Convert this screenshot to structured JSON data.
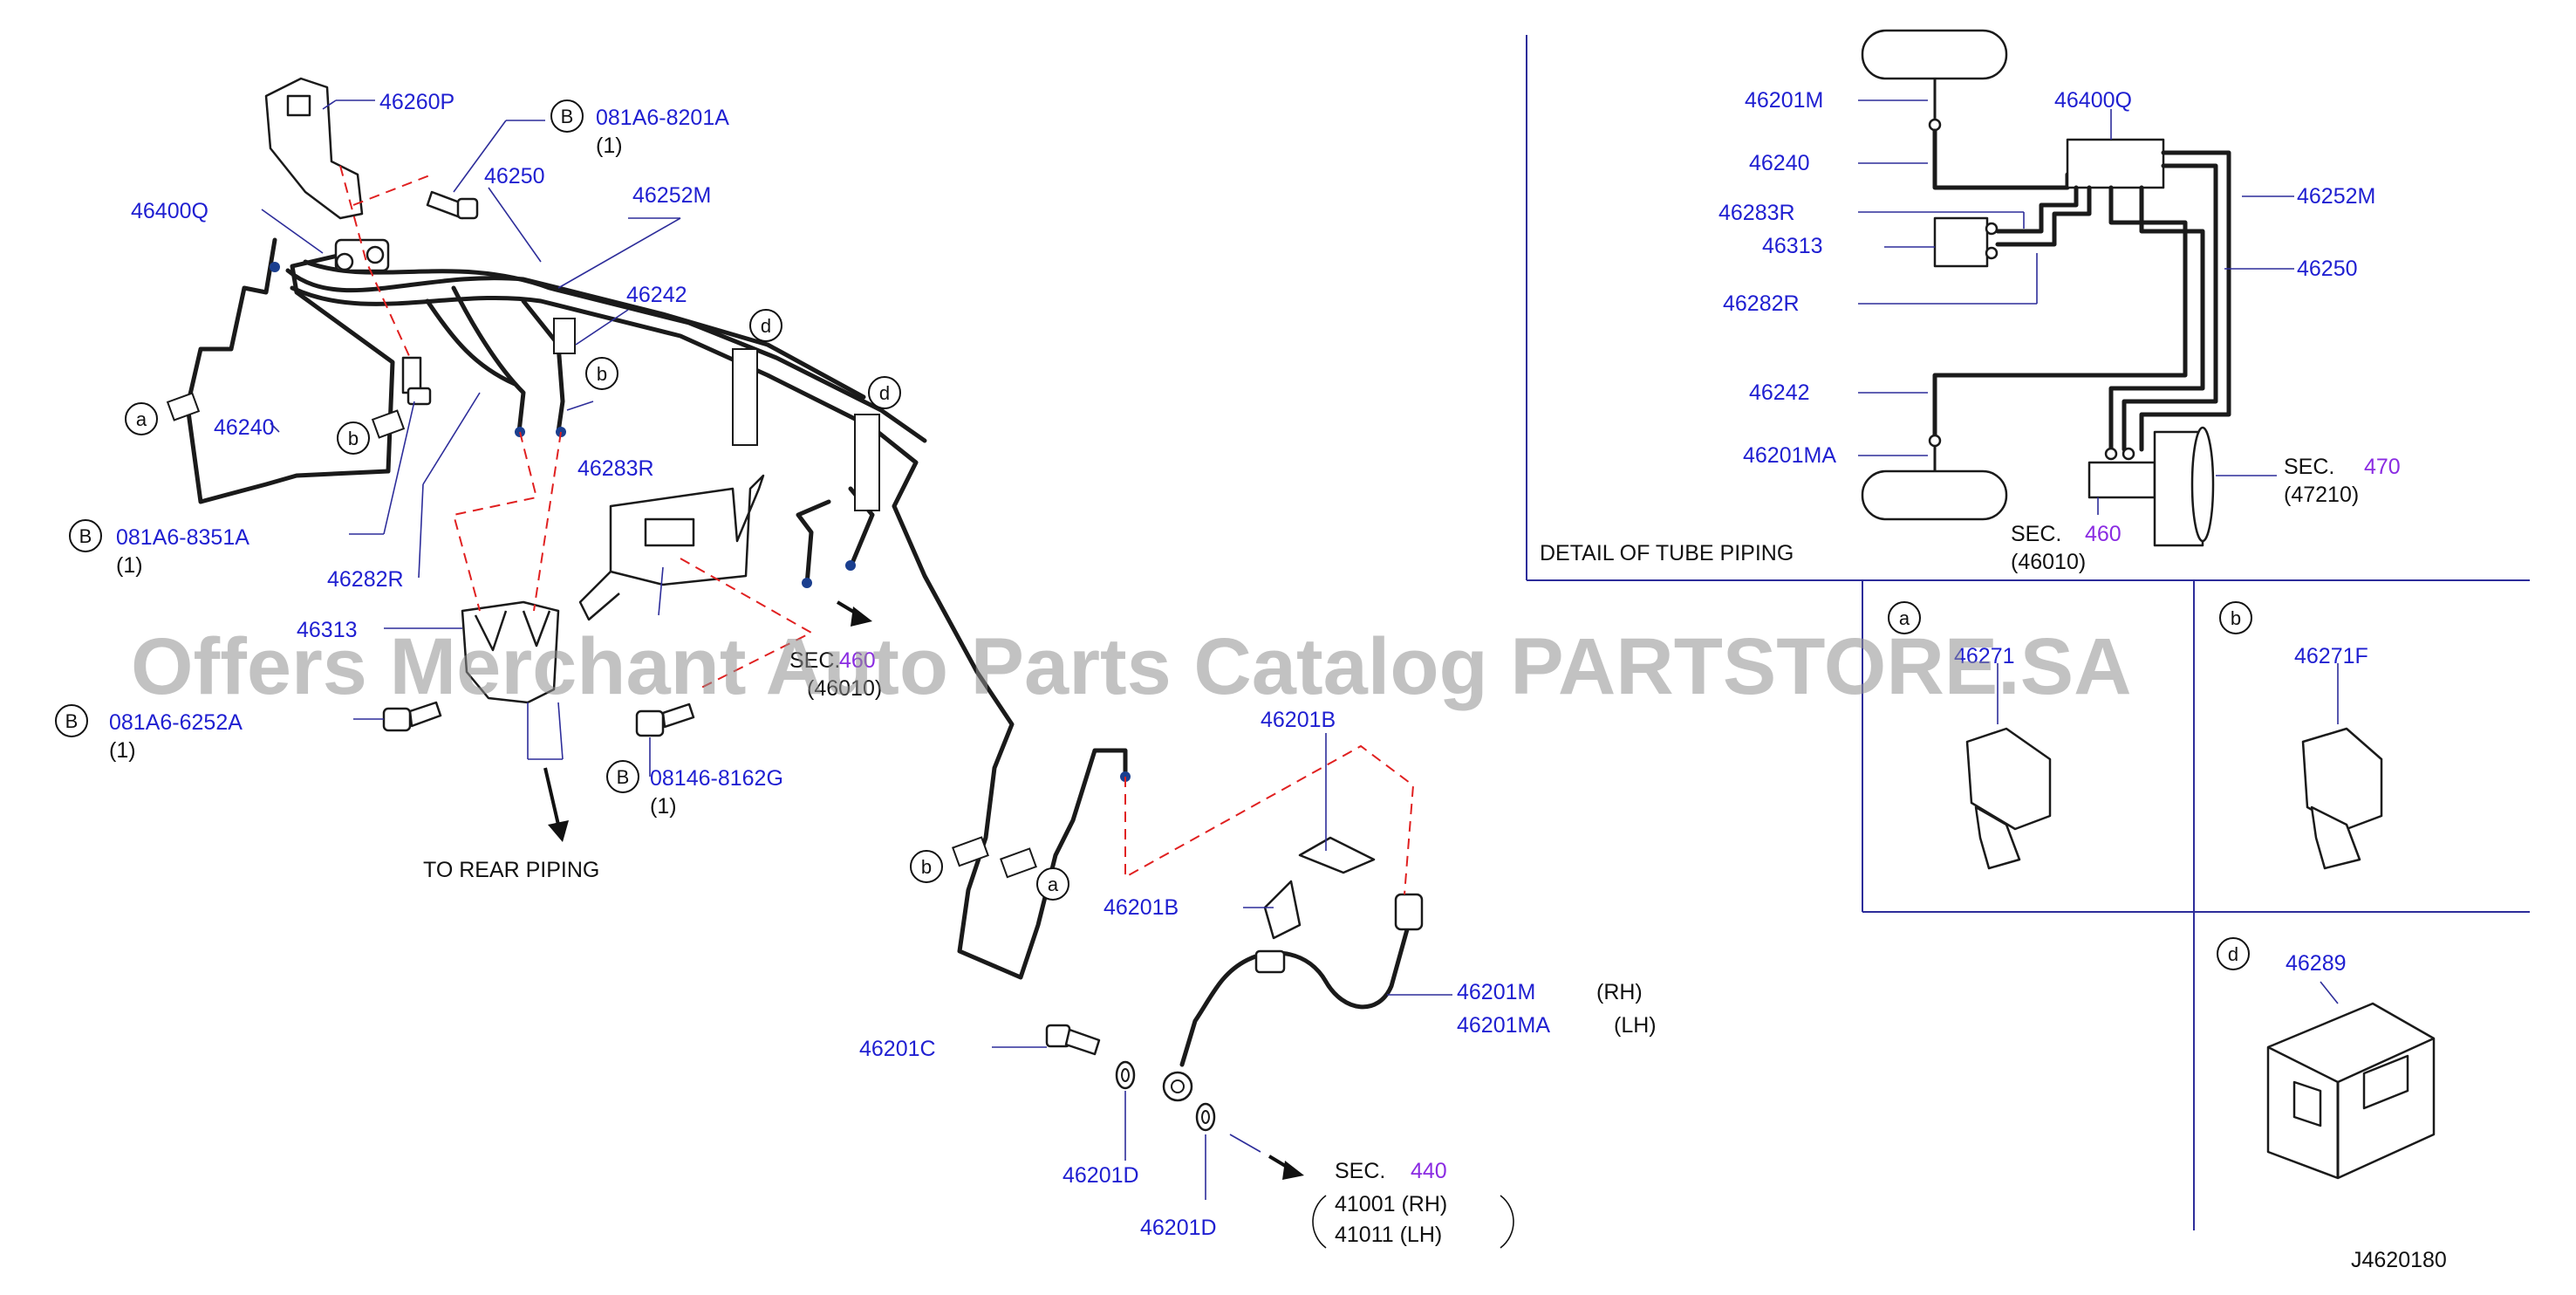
{
  "labels": {
    "p46260P": "46260P",
    "p46400Q_main": "46400Q",
    "p46250_main": "46250",
    "p46252M_main": "46252M",
    "p46242_main": "46242",
    "p46240_main": "46240",
    "p46283R_main": "46283R",
    "p46282R_main": "46282R",
    "p46313_main": "46313",
    "p081A6_8201A": "081A6-8201A",
    "p081A6_8351A": "081A6-8351A",
    "p081A6_6252A": "081A6-6252A",
    "p08146_8162G": "08146-8162G",
    "qty1": "(1)",
    "p46201B_a": "46201B",
    "p46201B_b": "46201B",
    "p46201M": "46201M",
    "p46201MA": "46201MA",
    "p46201C": "46201C",
    "p46201D_a": "46201D",
    "p46201D_b": "46201D",
    "rh": "(RH)",
    "lh": "(LH)",
    "to_rear": "TO  REAR  PIPING",
    "sec": "SEC.",
    "sec460_num": "460",
    "sec460_sub": "(46010)",
    "sec440_num": "440",
    "sec440_rh": "41001   (RH)",
    "sec440_lh": "41011   (LH)",
    "sec470_num": "470",
    "sec470_sub": "(47210)",
    "detail_title": "DETAIL  OF  TUBE  PIPING",
    "d46201M": "46201M",
    "d46400Q": "46400Q",
    "d46240": "46240",
    "d46283R": "46283R",
    "d46313": "46313",
    "d46282R": "46282R",
    "d46252M": "46252M",
    "d46250": "46250",
    "d46242": "46242",
    "d46201MA": "46201MA",
    "clip_a_part": "46271",
    "clip_b_part": "46271F",
    "clip_d_part": "46289",
    "diagram_id": "J4620180",
    "watermark": "Offers Merchant Auto Parts Catalog PARTSTORE.SA"
  },
  "callouts": {
    "a": "a",
    "b": "b",
    "d": "d",
    "B": "B"
  },
  "colors": {
    "part_number": "#1f1fd1",
    "section_ref": "#8a2be2",
    "dashed_guide": "#e02020",
    "pipe": "#1a1a1a"
  }
}
